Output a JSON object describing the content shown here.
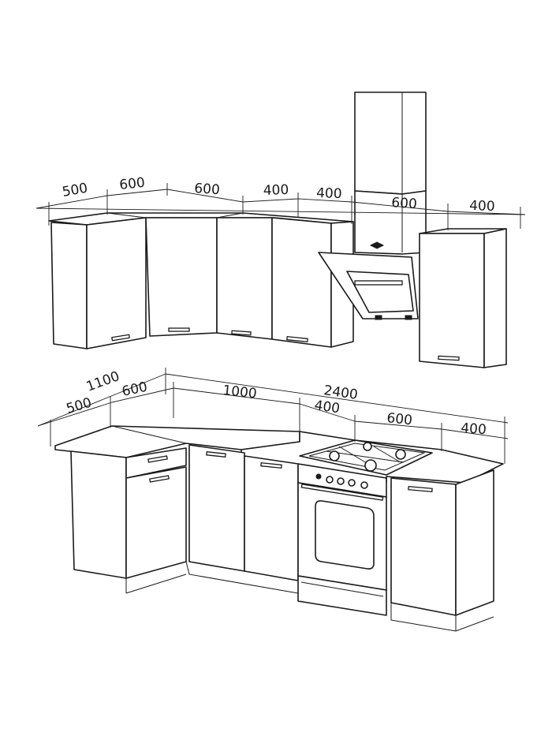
{
  "colors": {
    "line": "#1a1a1a",
    "background": "#ffffff"
  },
  "wall_units": {
    "dimensions": [
      "500",
      "600",
      "600",
      "400",
      "400",
      "600",
      "400"
    ]
  },
  "base_units": {
    "overall": [
      "1100",
      "2400"
    ],
    "dimensions": [
      "500",
      "600",
      "1000",
      "400",
      "600",
      "400"
    ]
  }
}
